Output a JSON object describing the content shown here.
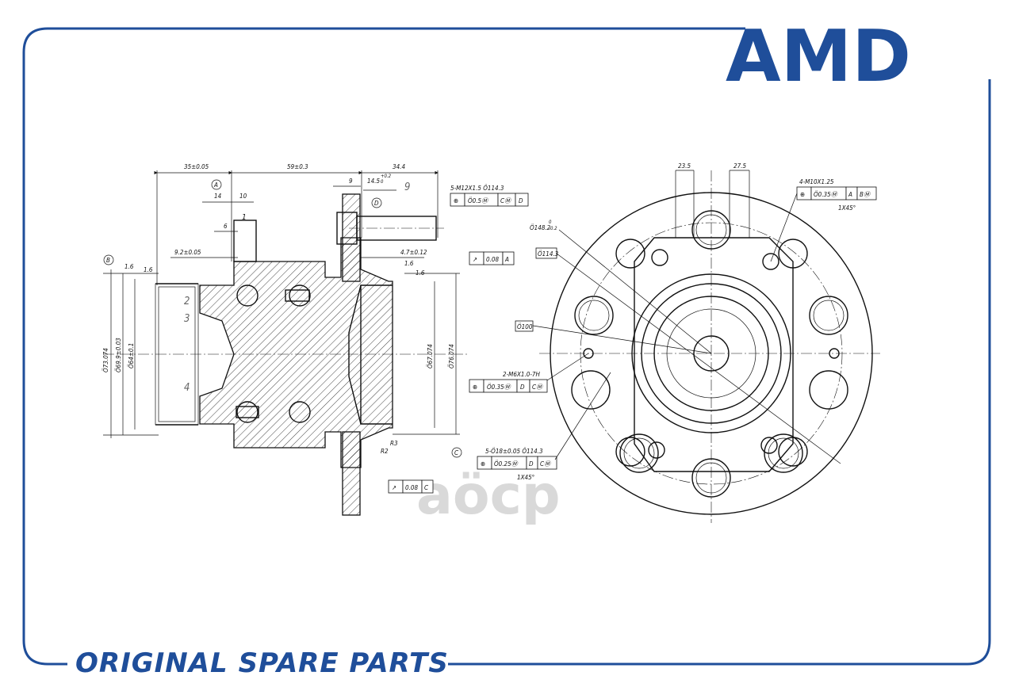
{
  "brand": {
    "logo_text": "AMD",
    "tagline": "ORIGINAL SPARE PARTS",
    "watermark": "aöcp",
    "accent_color": "#1f4e9a"
  },
  "side_view": {
    "dims_top": [
      "35±0.05",
      "59±0.3",
      "34.4",
      "9",
      "14.5",
      "+0.2",
      "0",
      "14",
      "10",
      "6",
      "9.2±0.05",
      "4.7±0.12"
    ],
    "roughness": [
      "1.6",
      "1.6",
      "1.6",
      "1.6"
    ],
    "diameters_left": [
      "Ö73.074",
      "Ö69.9±0.03",
      "Ö64±0.1"
    ],
    "diameters_right": [
      "Ö67.074",
      "Ö76.074"
    ],
    "radii": [
      "R2",
      "R3"
    ],
    "part_numbers": [
      "1",
      "2",
      "3",
      "4",
      "9"
    ],
    "datums": [
      "A",
      "B",
      "C",
      "D"
    ]
  },
  "callouts": {
    "studs": "5-M12X1.5  Ö114.3",
    "studs_fcf": [
      "⊕",
      "Ö0.5Ⓜ",
      "CⓂ",
      "D"
    ],
    "runout_a": [
      "↗",
      "0.08",
      "A"
    ],
    "runout_c": [
      "↗",
      "0.08",
      "C"
    ],
    "pcd_box": "Ö114.3",
    "dia_100": "Ö100",
    "dia_148": "Ö148.2",
    "dia_148_tol": "0",
    "dia_148_tol2": "-0.2",
    "m6": "2-M6X1.0-7H",
    "m6_fcf": [
      "⊕",
      "Ö0.35Ⓜ",
      "D",
      "CⓂ"
    ],
    "m10": "4-M10X1.25",
    "m10_fcf": [
      "⊕",
      "Ö0.35Ⓜ",
      "A",
      "BⓂ"
    ],
    "m10_chamfer": "1X45°",
    "holes": "5-Ö18±0.05  Ö114.3",
    "holes_fcf": [
      "⊕",
      "Ö0.25Ⓜ",
      "D",
      "CⓂ"
    ],
    "holes_chamfer": "1X45°",
    "front_dims": [
      "23.5",
      "27.5"
    ]
  }
}
